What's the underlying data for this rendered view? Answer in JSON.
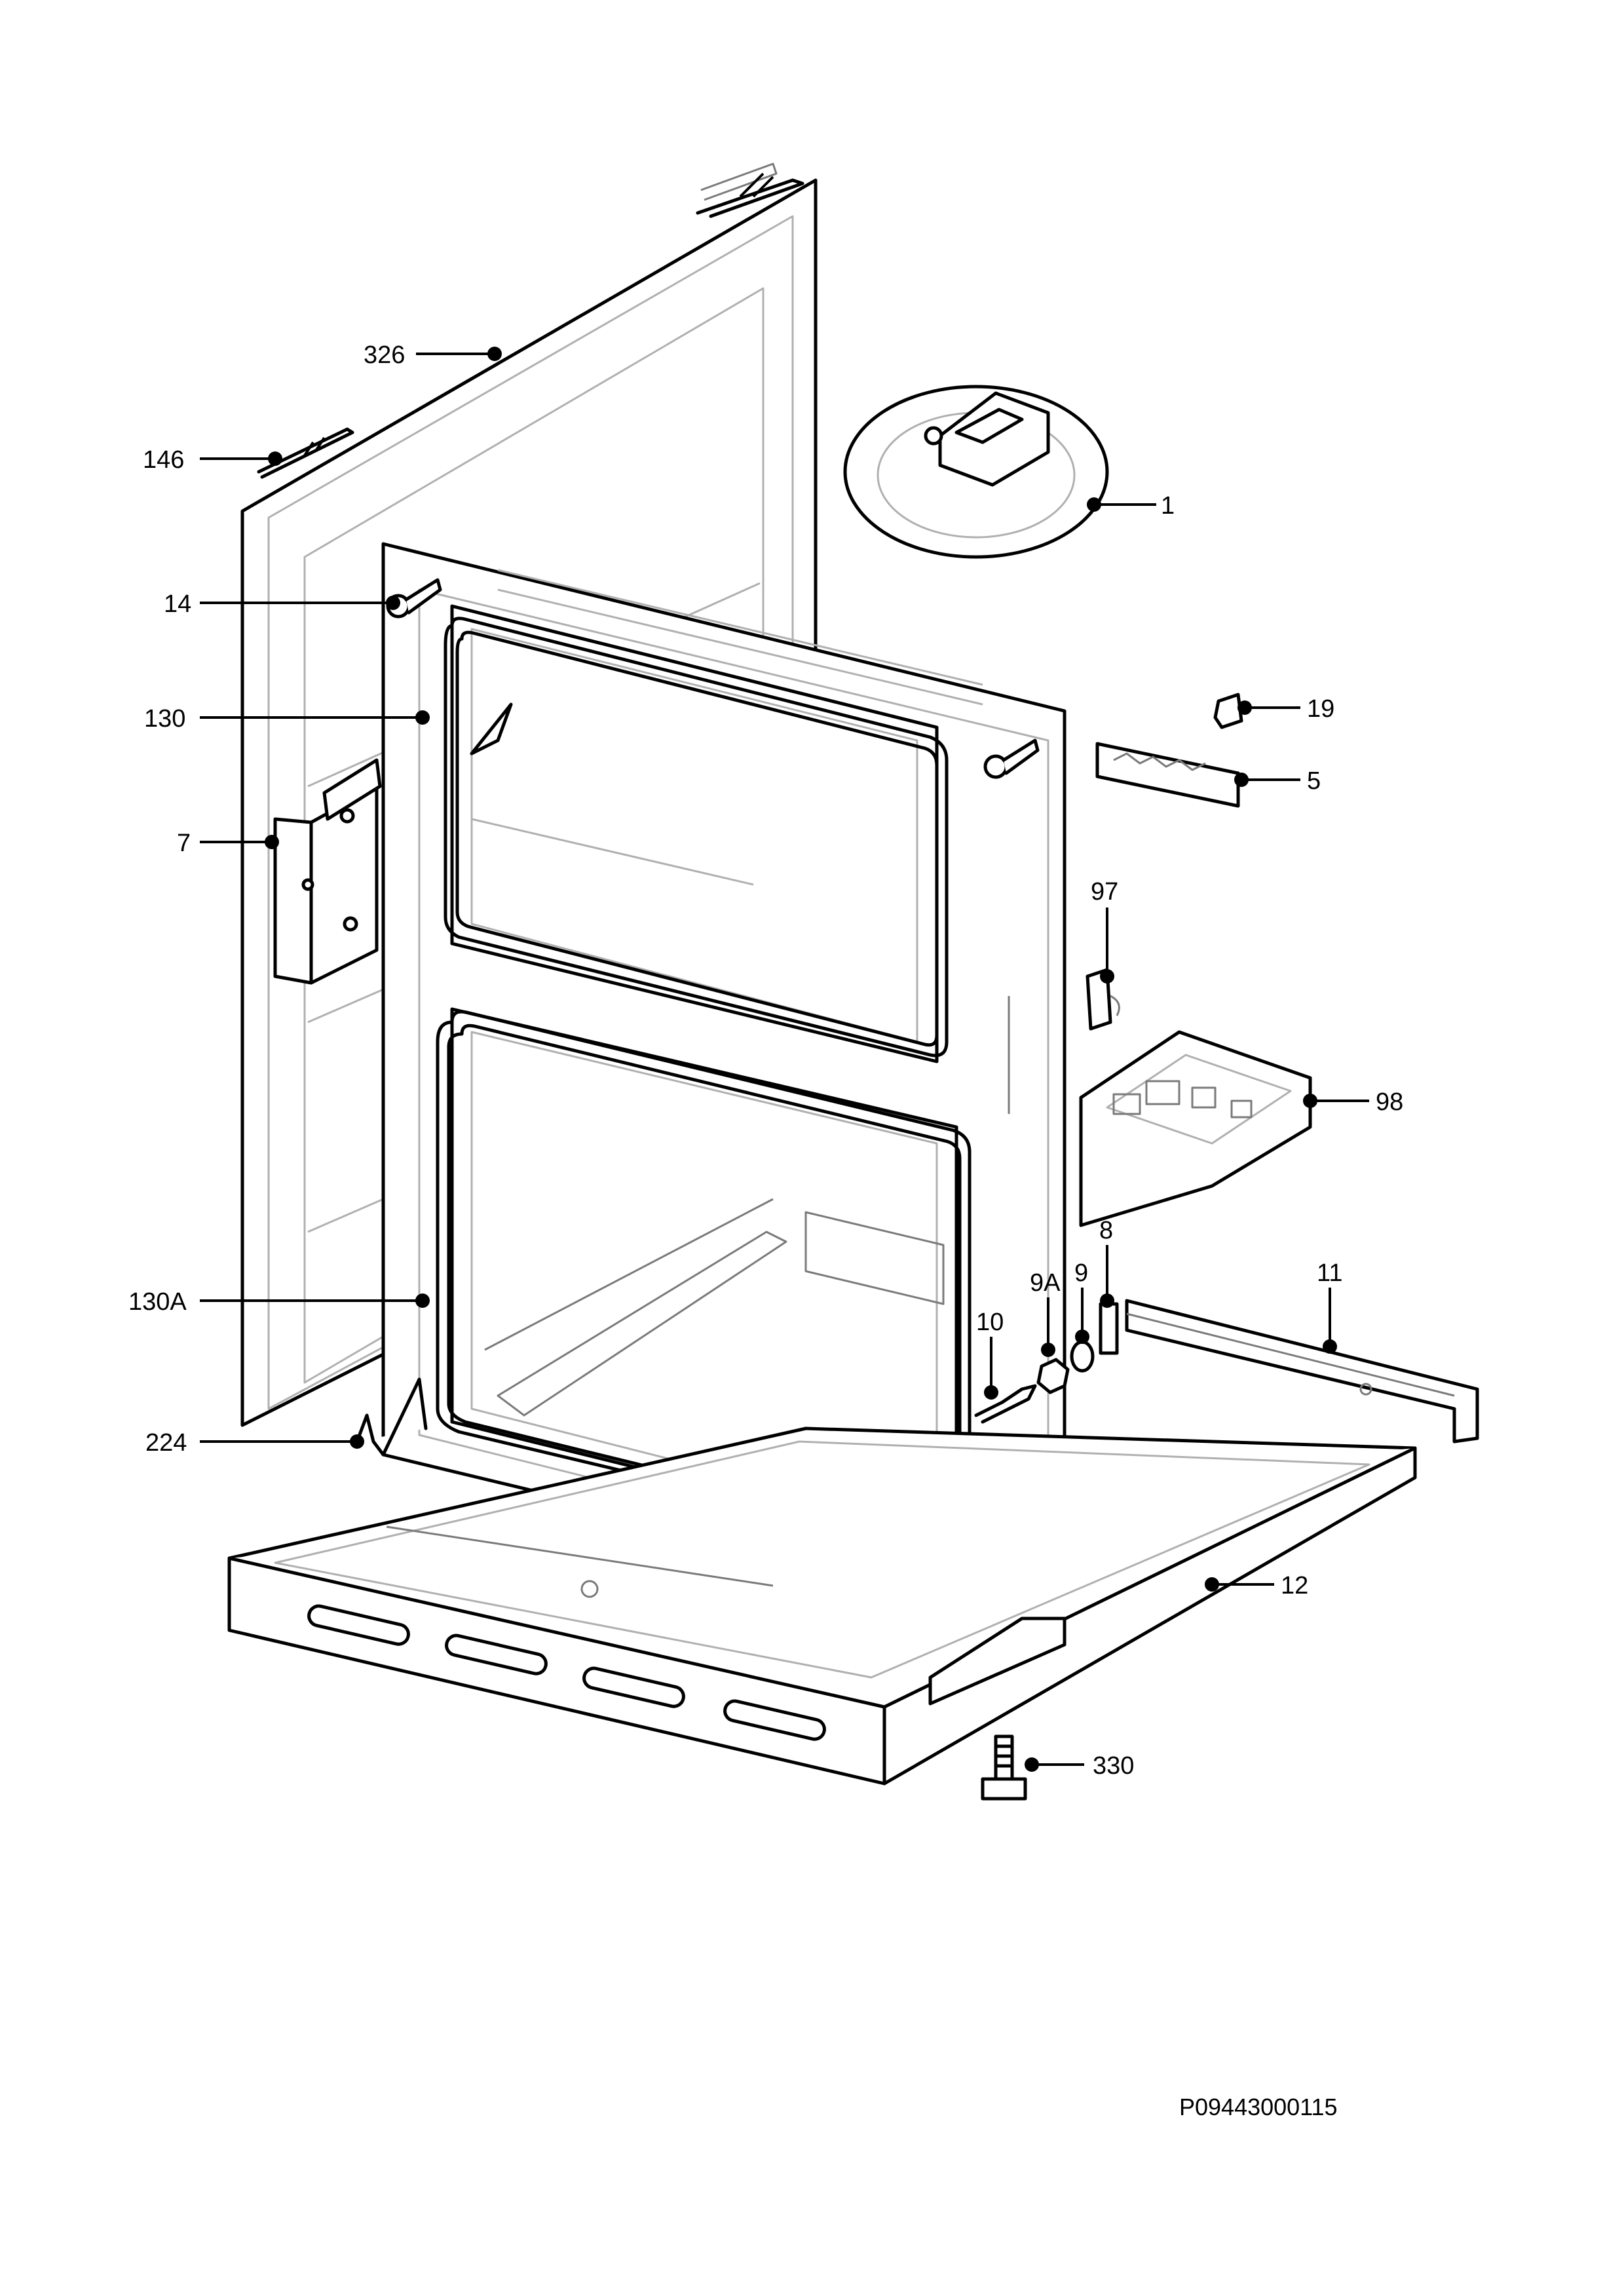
{
  "diagram": {
    "reference_code": "P09443000115",
    "callouts": {
      "c326": "326",
      "c146": "146",
      "c1": "1",
      "c14": "14",
      "c130": "130",
      "c19": "19",
      "c5": "5",
      "c7": "7",
      "c97": "97",
      "c98": "98",
      "c8": "8",
      "c11": "11",
      "c9": "9",
      "c9a": "9A",
      "c10": "10",
      "c130a": "130A",
      "c224": "224",
      "c12": "12",
      "c330": "330"
    }
  }
}
